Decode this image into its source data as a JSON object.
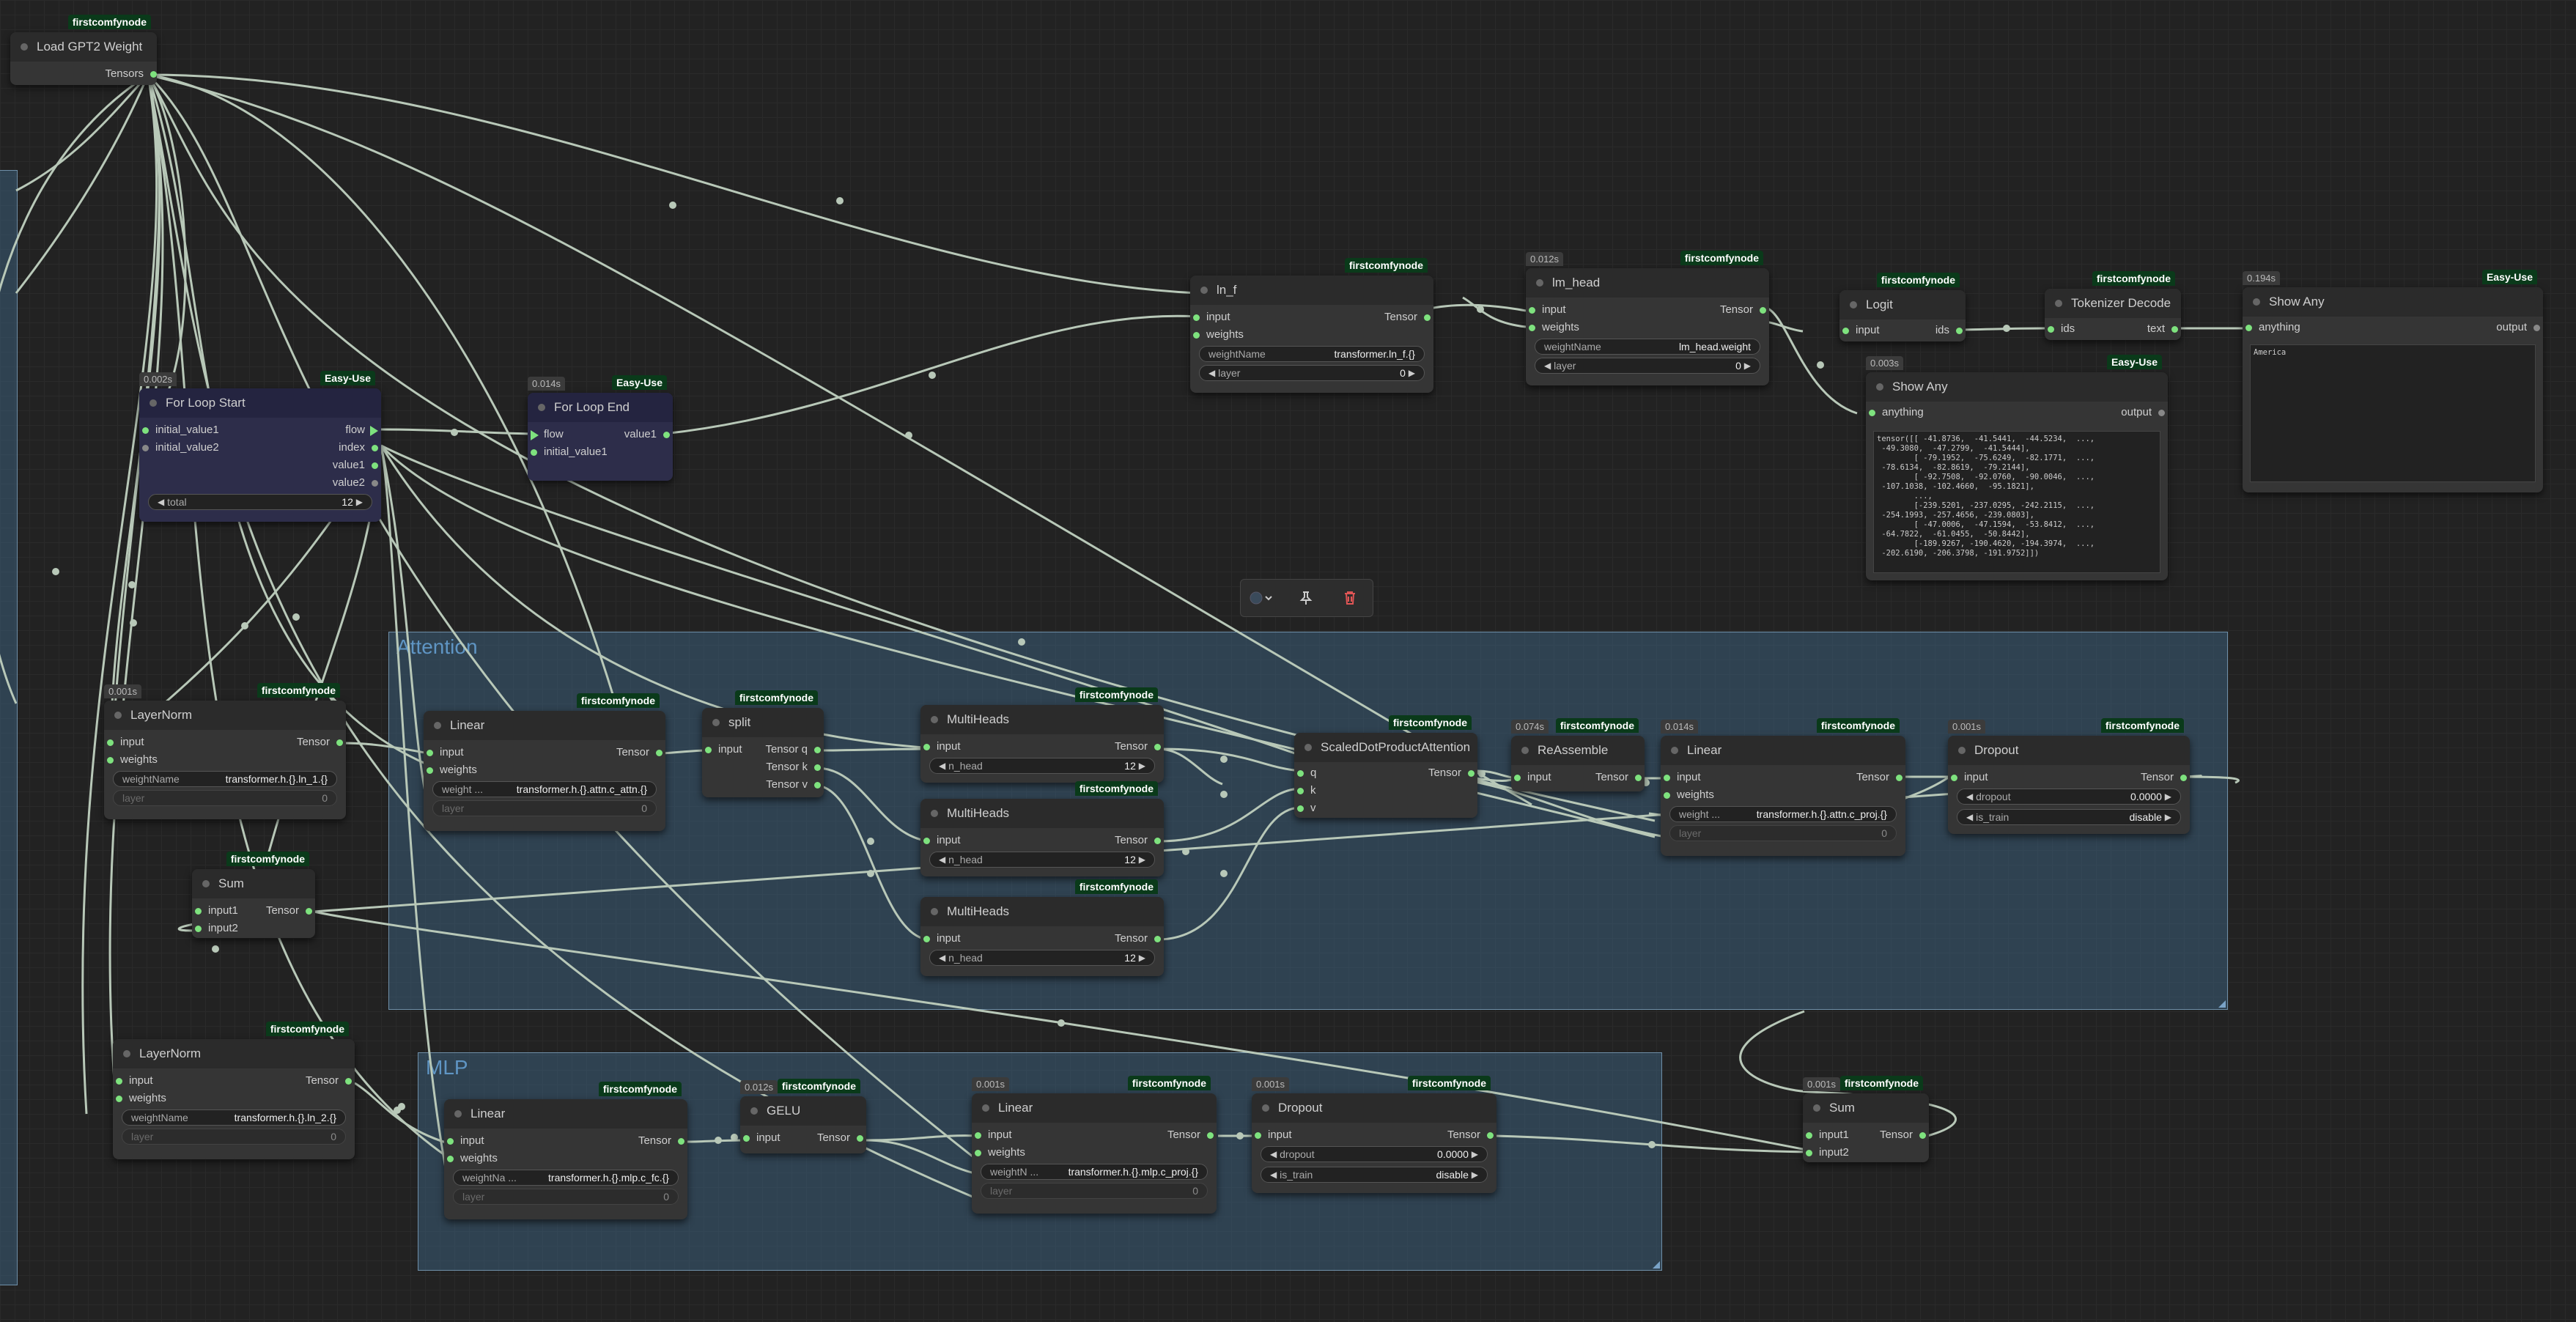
{
  "groups": {
    "attention": "Attention",
    "mlp": "MLP"
  },
  "nodes": {
    "load_gpt2": {
      "title": "Load GPT2 Weight",
      "badge": "firstcomfynode",
      "out": "Tensors"
    },
    "for_start": {
      "title": "For Loop Start",
      "badge": "Easy-Use",
      "timing": "0.002s",
      "in1": "initial_value1",
      "in2": "initial_value2",
      "o1": "flow",
      "o2": "index",
      "o3": "value1",
      "o4": "value2",
      "w_label": "total",
      "w_value": "12"
    },
    "for_end": {
      "title": "For Loop End",
      "badge": "Easy-Use",
      "timing": "0.014s",
      "in1": "flow",
      "in2": "initial_value1",
      "o1": "value1"
    },
    "ln_f": {
      "title": "ln_f",
      "badge": "firstcomfynode",
      "in1": "input",
      "in2": "weights",
      "o1": "Tensor",
      "w1_label": "weightName",
      "w1_value": "transformer.ln_f.{}",
      "w2_label": "layer",
      "w2_value": "0"
    },
    "lm_head": {
      "title": "lm_head",
      "badge": "firstcomfynode",
      "timing": "0.012s",
      "in1": "input",
      "in2": "weights",
      "o1": "Tensor",
      "w1_label": "weightName",
      "w1_value": "lm_head.weight",
      "w2_label": "layer",
      "w2_value": "0"
    },
    "logit": {
      "title": "Logit",
      "badge": "firstcomfynode",
      "in1": "input",
      "o1": "ids"
    },
    "tok_decode": {
      "title": "Tokenizer Decode",
      "badge": "firstcomfynode",
      "in1": "ids",
      "o1": "text"
    },
    "show_any_1": {
      "title": "Show Any",
      "badge": "Easy-Use",
      "timing": "0.194s",
      "in1": "anything",
      "o1": "output",
      "text": "America"
    },
    "show_any_2": {
      "title": "Show Any",
      "badge": "Easy-Use",
      "timing": "0.003s",
      "in1": "anything",
      "o1": "output",
      "text": "tensor([[ -41.8736,  -41.5441,  -44.5234,  ...,\n -49.3080,  -47.2799,  -41.5444],\n        [ -79.1952,  -75.6249,  -82.1771,  ...,\n -78.6134,  -82.8619,  -79.2144],\n        [ -92.7508,  -92.0760,  -90.0046,  ...,\n -107.1038, -102.4660,  -95.1821],\n        ...,\n        [-239.5201, -237.0295, -242.2115,  ...,\n -254.1993, -257.4656, -239.0803],\n        [ -47.0006,  -47.1594,  -53.8412,  ...,\n -64.7822,  -61.0455,  -50.8442],\n        [-189.9267, -190.4620, -194.3974,  ...,\n -202.6190, -206.3798, -191.9752]])"
    },
    "layernorm1": {
      "title": "LayerNorm",
      "badge": "firstcomfynode",
      "timing": "0.001s",
      "in1": "input",
      "in2": "weights",
      "o1": "Tensor",
      "w1_label": "weightName",
      "w1_value": "transformer.h.{}.ln_1.{}",
      "w2_label": "layer",
      "w2_value": "0"
    },
    "linear_attn": {
      "title": "Linear",
      "badge": "firstcomfynode",
      "in1": "input",
      "in2": "weights",
      "o1": "Tensor",
      "w1_label": "weight ...",
      "w1_value": "transformer.h.{}.attn.c_attn.{}",
      "w2_label": "layer",
      "w2_value": "0"
    },
    "split": {
      "title": "split",
      "badge": "firstcomfynode",
      "in1": "input",
      "o1": "Tensor q",
      "o2": "Tensor k",
      "o3": "Tensor v"
    },
    "multiheads1": {
      "title": "MultiHeads",
      "badge": "firstcomfynode",
      "in1": "input",
      "o1": "Tensor",
      "w_label": "n_head",
      "w_value": "12"
    },
    "multiheads2": {
      "title": "MultiHeads",
      "badge": "firstcomfynode",
      "in1": "input",
      "o1": "Tensor",
      "w_label": "n_head",
      "w_value": "12"
    },
    "multiheads3": {
      "title": "MultiHeads",
      "badge": "firstcomfynode",
      "in1": "input",
      "o1": "Tensor",
      "w_label": "n_head",
      "w_value": "12"
    },
    "sdpa": {
      "title": "ScaledDotProductAttention",
      "badge": "firstcomfynode",
      "in1": "q",
      "in2": "k",
      "in3": "v",
      "o1": "Tensor"
    },
    "reassemble": {
      "title": "ReAssemble",
      "badge": "firstcomfynode",
      "timing": "0.074s",
      "in1": "input",
      "o1": "Tensor"
    },
    "linear_proj": {
      "title": "Linear",
      "badge": "firstcomfynode",
      "timing": "0.014s",
      "in1": "input",
      "in2": "weights",
      "o1": "Tensor",
      "w1_label": "weight ...",
      "w1_value": "transformer.h.{}.attn.c_proj.{}",
      "w2_label": "layer",
      "w2_value": "0"
    },
    "dropout1": {
      "title": "Dropout",
      "badge": "firstcomfynode",
      "timing": "0.001s",
      "in1": "input",
      "o1": "Tensor",
      "w1_label": "dropout",
      "w1_value": "0.0000",
      "w2_label": "is_train",
      "w2_value": "disable"
    },
    "sum1": {
      "title": "Sum",
      "badge": "firstcomfynode",
      "in1": "input1",
      "in2": "input2",
      "o1": "Tensor"
    },
    "layernorm2": {
      "title": "LayerNorm",
      "badge": "firstcomfynode",
      "in1": "input",
      "in2": "weights",
      "o1": "Tensor",
      "w1_label": "weightName",
      "w1_value": "transformer.h.{}.ln_2.{}",
      "w2_label": "layer",
      "w2_value": "0"
    },
    "linear_fc": {
      "title": "Linear",
      "badge": "firstcomfynode",
      "in1": "input",
      "in2": "weights",
      "o1": "Tensor",
      "w1_label": "weightNa ...",
      "w1_value": "transformer.h.{}.mlp.c_fc.{}",
      "w2_label": "layer",
      "w2_value": "0"
    },
    "gelu": {
      "title": "GELU",
      "badge": "firstcomfynode",
      "timing": "0.012s",
      "in1": "input",
      "o1": "Tensor"
    },
    "linear_mlp_proj": {
      "title": "Linear",
      "badge": "firstcomfynode",
      "timing": "0.001s",
      "in1": "input",
      "in2": "weights",
      "o1": "Tensor",
      "w1_label": "weightN ...",
      "w1_value": "transformer.h.{}.mlp.c_proj.{}",
      "w2_label": "layer",
      "w2_value": "0"
    },
    "dropout2": {
      "title": "Dropout",
      "badge": "firstcomfynode",
      "timing": "0.001s",
      "in1": "input",
      "o1": "Tensor",
      "w1_label": "dropout",
      "w1_value": "0.0000",
      "w2_label": "is_train",
      "w2_value": "disable"
    },
    "sum2": {
      "title": "Sum",
      "badge": "firstcomfynode",
      "timing": "0.001s",
      "in1": "input1",
      "in2": "input2",
      "o1": "Tensor"
    }
  },
  "toolbar": {
    "color_icon": "color-circle-icon",
    "pin_icon": "pin-icon",
    "delete_icon": "trash-icon"
  },
  "colors": {
    "canvas": "#222222",
    "node": "#353535",
    "group": "#3a5c78",
    "wire": "#b8c8b8",
    "pin": "#7ee27e",
    "badge_bg": "#0a3a1a",
    "loop_node": "#2d2d4a",
    "delete": "#e05555"
  }
}
